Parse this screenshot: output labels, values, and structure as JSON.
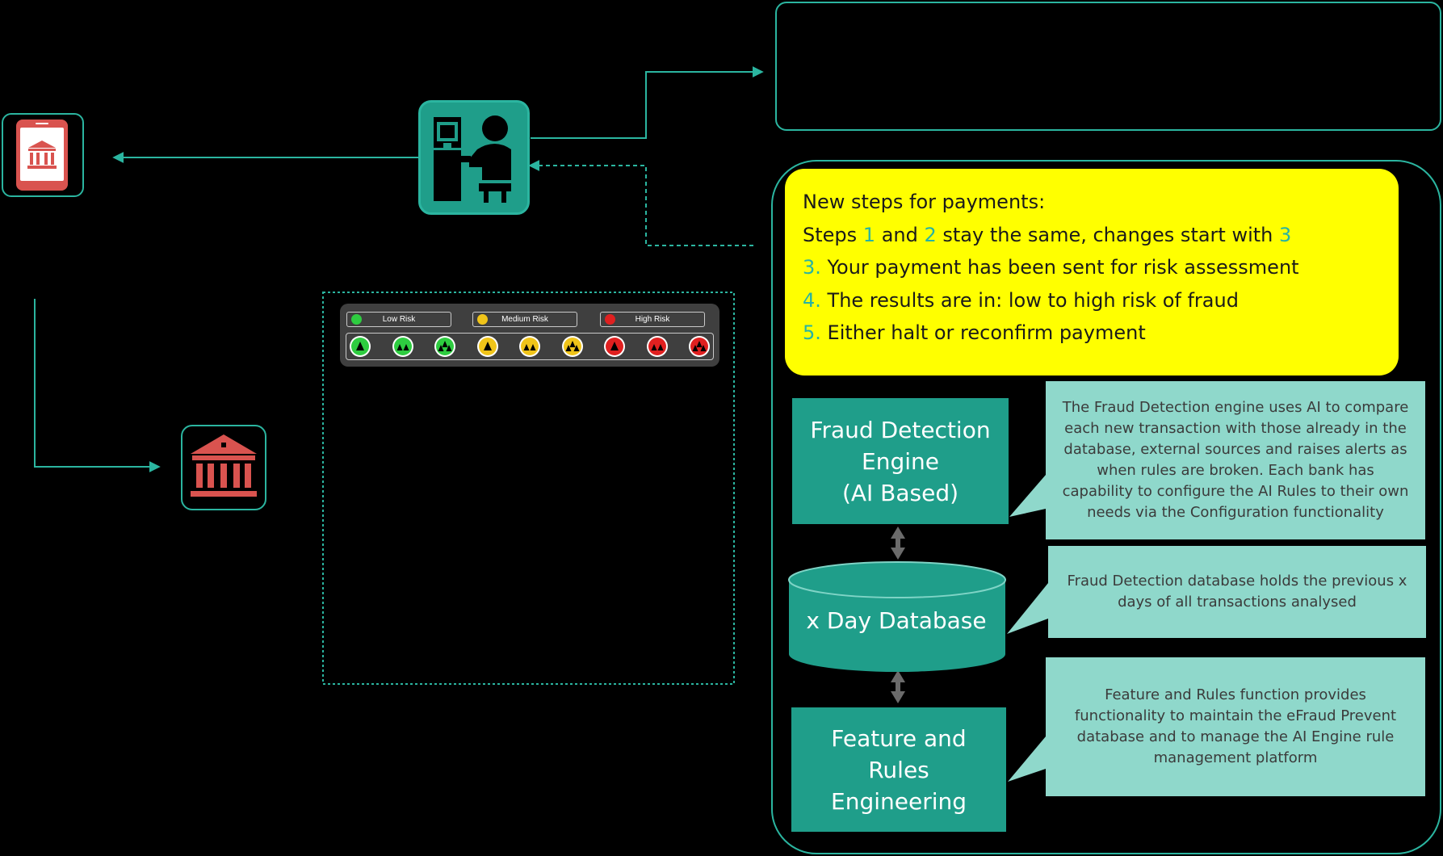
{
  "colors": {
    "background": "#000000",
    "accent": "#2bb5a0",
    "teal_box": "#1f9e8a",
    "callout": "#8fd8cb",
    "highlight": "#ffff00",
    "bank_red": "#d9534f",
    "low": "#2ecc40",
    "medium": "#f0c419",
    "high": "#e02020"
  },
  "icons": {
    "mobile_bank": "mobile-bank-icon",
    "operator": "operator-workstation-icon",
    "bank": "bank-building-icon"
  },
  "steps": {
    "title": "New steps for payments:",
    "line1_prefix": "Steps ",
    "line1_n1": "1",
    "line1_and": " and ",
    "line1_n2": "2",
    "line1_mid": " stay the same, changes start with ",
    "line1_n3": "3",
    "items": [
      {
        "num": "3.",
        "text": " Your payment has been sent for risk assessment"
      },
      {
        "num": "4.",
        "text": " The results are in: low to high risk of fraud"
      },
      {
        "num": "5.",
        "text": " Either halt or reconfirm payment"
      }
    ]
  },
  "engine": {
    "lines": [
      "Fraud Detection",
      "Engine",
      "(AI Based)"
    ],
    "description": "The Fraud Detection engine uses AI to compare each new transaction with those already in the database, external sources  and raises alerts as when rules are broken. Each bank  has capability to configure the AI Rules to their own needs via the Configuration functionality"
  },
  "database": {
    "label": "x Day Database",
    "description": "Fraud Detection  database holds the previous x days of all transactions analysed"
  },
  "feature": {
    "lines": [
      "Feature and",
      "Rules",
      "Engineering"
    ],
    "description": "Feature and Rules function provides functionality to maintain the eFraud Prevent database and to manage the AI Engine rule management platform"
  },
  "risk_legend": {
    "levels": [
      {
        "label": "Low Risk",
        "color": "#2ecc40"
      },
      {
        "label": "Medium Risk",
        "color": "#f0c419"
      },
      {
        "label": "High Risk",
        "color": "#e02020"
      }
    ],
    "indicators": [
      {
        "level": "low",
        "color": "#2ecc40",
        "count": 1
      },
      {
        "level": "low",
        "color": "#2ecc40",
        "count": 2
      },
      {
        "level": "low",
        "color": "#2ecc40",
        "count": 3
      },
      {
        "level": "medium",
        "color": "#f0c419",
        "count": 1
      },
      {
        "level": "medium",
        "color": "#f0c419",
        "count": 2
      },
      {
        "level": "medium",
        "color": "#f0c419",
        "count": 3
      },
      {
        "level": "high",
        "color": "#e02020",
        "count": 1
      },
      {
        "level": "high",
        "color": "#e02020",
        "count": 2
      },
      {
        "level": "high",
        "color": "#e02020",
        "count": 3
      }
    ]
  }
}
